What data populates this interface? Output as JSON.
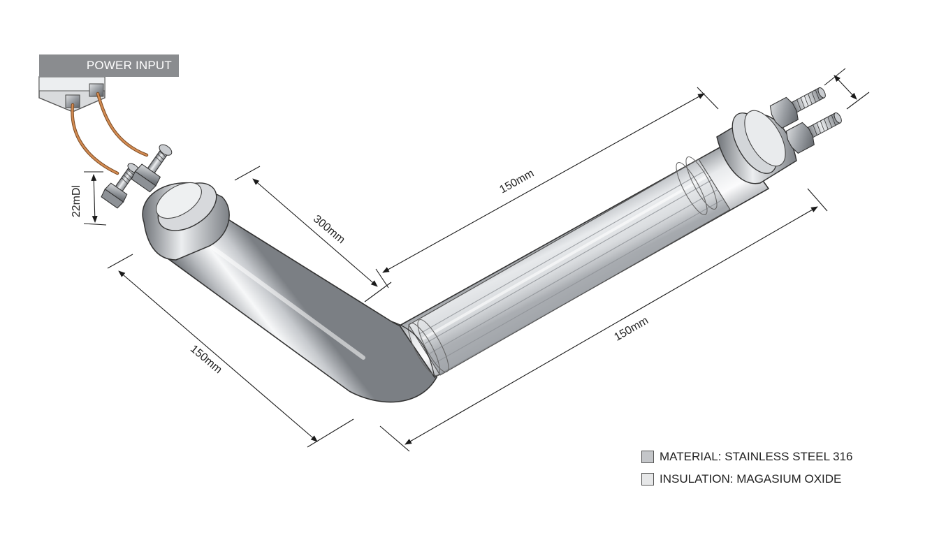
{
  "power_label": "POWER INPUT",
  "dimensions": {
    "top_length": "150mm",
    "diag_length": "300mm",
    "left_length": "150mm",
    "bottom_length": "150mm",
    "terminal_dia": "22mDl"
  },
  "legend": [
    {
      "label": "MATERIAL: STAINLESS STEEL 316",
      "color": "#c4c6c9"
    },
    {
      "label": "INSULATION: MAGASIUM OXIDE",
      "color": "#e6e7e8"
    }
  ],
  "colors": {
    "steel_light": "#f2f3f4",
    "steel_mid": "#b9bcc0",
    "steel_dark": "#6f7378",
    "wire": "#c8783e",
    "tag": "#8a8c8f"
  }
}
